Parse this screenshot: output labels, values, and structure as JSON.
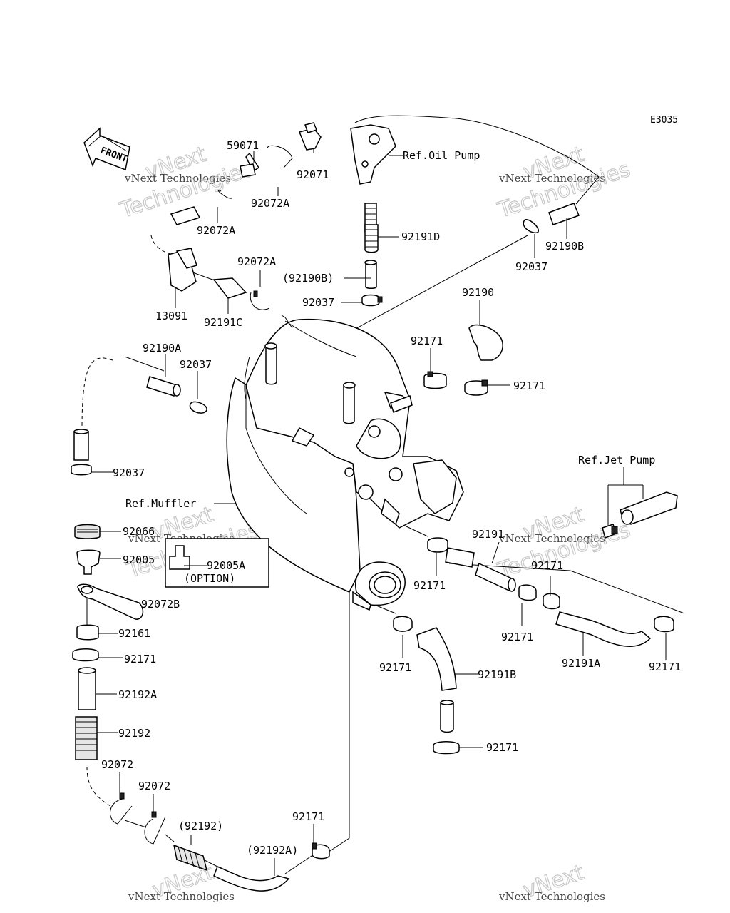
{
  "diagram_code": "E3035",
  "front_label": "FRONT",
  "watermark": {
    "line1": "vNext",
    "line2": "vNext Technologies",
    "line3": "Technologies"
  },
  "refs": {
    "oil_pump": "Ref.Oil Pump",
    "jet_pump": "Ref.Jet Pump",
    "muffler": "Ref.Muffler"
  },
  "labels": [
    "59071",
    "92071",
    "92072A",
    "92072A",
    "13091",
    "92191C",
    "92072A",
    "92191D",
    "(92190B)",
    "92037",
    "92190B",
    "92037",
    "92190",
    "92171",
    "92171",
    "92190A",
    "92037",
    "92037",
    "92066",
    "92005",
    "92005A",
    "(OPTION)",
    "92072B",
    "92161",
    "92171",
    "92192A",
    "92192",
    "92072",
    "92072",
    "(92192)",
    "(92192A)",
    "92171",
    "92171",
    "92191B",
    "92171",
    "92171",
    "92191",
    "92171",
    "92171",
    "92191A",
    "92171"
  ]
}
